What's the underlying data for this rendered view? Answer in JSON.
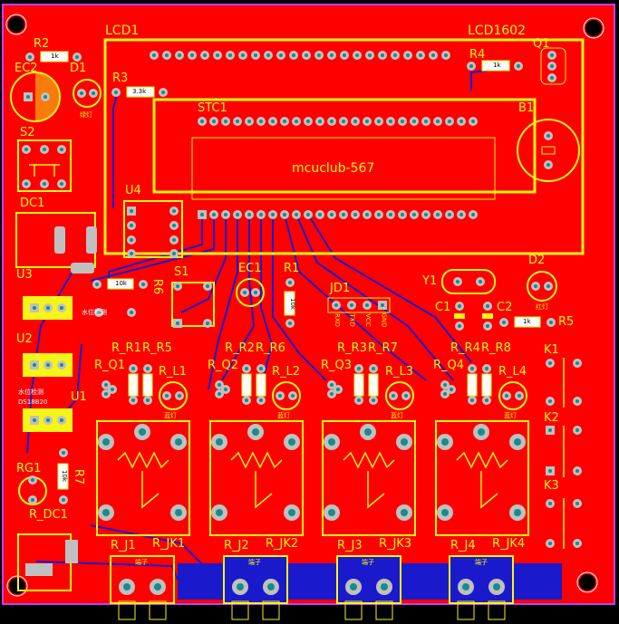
{
  "board": {
    "colors": {
      "copper": "#ff0000",
      "trace": "#1a1acc",
      "silk": "#f5f518",
      "pad": "#c0c0c0",
      "hole": "#1a8a8a",
      "outline": "#c040ff"
    },
    "lcd_label": "LCD1",
    "lcd_model": "LCD1602",
    "mcu_label": "STC1",
    "mcu_text": "mcuclub-567",
    "battery_label": "B1",
    "q1_label": "Q1",
    "r2_label": "R2",
    "r2_value": "1k",
    "r3_label": "R3",
    "r3_value": "3.3k",
    "r4_label": "R4",
    "r4_value": "1k",
    "ec2_label": "EC2",
    "d1_label": "D1",
    "d1_note": "绿灯",
    "s2_label": "S2",
    "dc1_label": "DC1",
    "u4_label": "U4",
    "u3_label": "U3",
    "u2_label": "U2",
    "u1_label": "U1",
    "u2_note": "水位检测",
    "u1_note": "DS18B20",
    "r6_label": "R6",
    "r6_value": "10k",
    "s1_label": "S1",
    "ec1_label": "EC1",
    "r1_label": "R1",
    "r1_value": "10k",
    "jd1_label": "JD1",
    "jd1_pins": [
      "RXD",
      "TXD",
      "VCC",
      "GND"
    ],
    "y1_label": "Y1",
    "d2_label": "D2",
    "d2_note": "红灯",
    "c1_label": "C1",
    "c2_label": "C2",
    "r5_label": "R5",
    "r5_value": "1k",
    "k_labels": [
      "K1",
      "K2",
      "K3"
    ],
    "rg1_label": "RG1",
    "r7_label": "R7",
    "r7_value": "10k",
    "rdc1_label": "R_DC1",
    "temp_note": "水位检测",
    "relay_groups": [
      {
        "r_a": "R_R1",
        "r_b": "R_R5",
        "q": "R_Q1",
        "l": "R_L1",
        "led_note": "蓝灯",
        "j": "R_J1",
        "jk": "R_JK1",
        "term": "端子"
      },
      {
        "r_a": "R_R2",
        "r_b": "R_R6",
        "q": "R_Q2",
        "l": "R_L2",
        "led_note": "蓝灯",
        "j": "R_J2",
        "jk": "R_JK2",
        "term": "端子"
      },
      {
        "r_a": "R_R3",
        "r_b": "R_R7",
        "q": "R_Q3",
        "l": "R_L3",
        "led_note": "蓝灯",
        "j": "R_J3",
        "jk": "R_JK3",
        "term": "端子"
      },
      {
        "r_a": "R_R4",
        "r_b": "R_R8",
        "q": "R_Q4",
        "l": "R_L4",
        "led_note": "蓝灯",
        "j": "R_J4",
        "jk": "R_JK4",
        "term": "端子"
      }
    ]
  }
}
